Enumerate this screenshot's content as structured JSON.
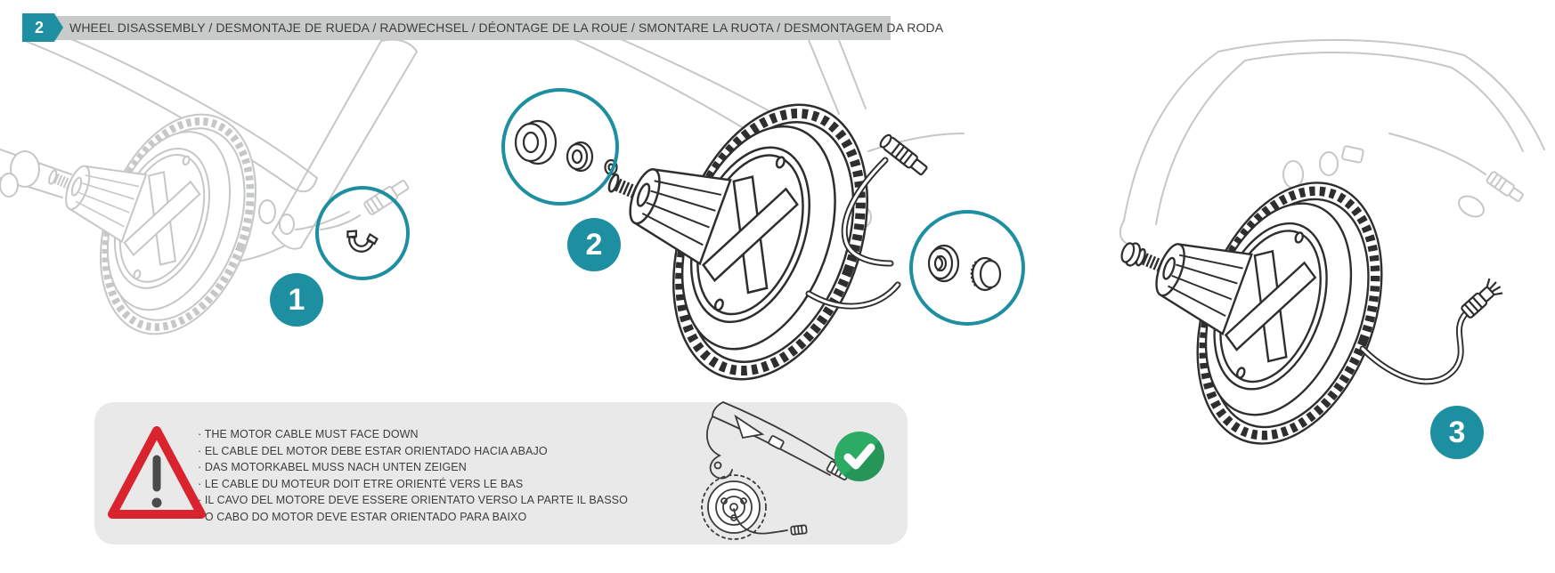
{
  "header": {
    "step_number": "2",
    "title": "WHEEL DISASSEMBLY / DESMONTAJE DE RUEDA / RADWECHSEL / DÉONTAGE DE LA ROUE / SMONTARE LA RUOTA / DESMONTAGEM DA RODA"
  },
  "steps": [
    {
      "number": "1"
    },
    {
      "number": "2"
    },
    {
      "number": "3"
    }
  ],
  "warning": {
    "lines": [
      "· THE MOTOR CABLE MUST FACE DOWN",
      "· EL CABLE DEL MOTOR DEBE ESTAR ORIENTADO HACIA ABAJO",
      "· DAS MOTORKABEL MUSS NACH UNTEN ZEIGEN",
      "· LE CABLE DU MOTEUR DOIT ETRE ORIENTÉ VERS LE BAS",
      "· IL CAVO DEL MOTORE DEVE ESSERE ORIENTATO VERSO LA PARTE IL BASSO",
      "· O CABO DO MOTOR DEVE ESTAR ORIENTADO PARA BAIXO"
    ]
  },
  "icons": {
    "warning_triangle": "warning-triangle",
    "check_circle": "check-circle",
    "u_clip": "axle-u-clip",
    "axle_nut": "axle-nut-and-washers",
    "washer_nut": "washer-and-knurled-nut"
  },
  "colors": {
    "accent_teal": "#1d8fa0",
    "header_bar_gray": "#c9caca",
    "warning_box_gray": "#e9e9e9",
    "alert_red": "#d9232e",
    "success_green": "#2bab63",
    "line_dark": "#2e2e2e",
    "line_light": "#c5c7c9",
    "text": "#3d3d3c"
  }
}
